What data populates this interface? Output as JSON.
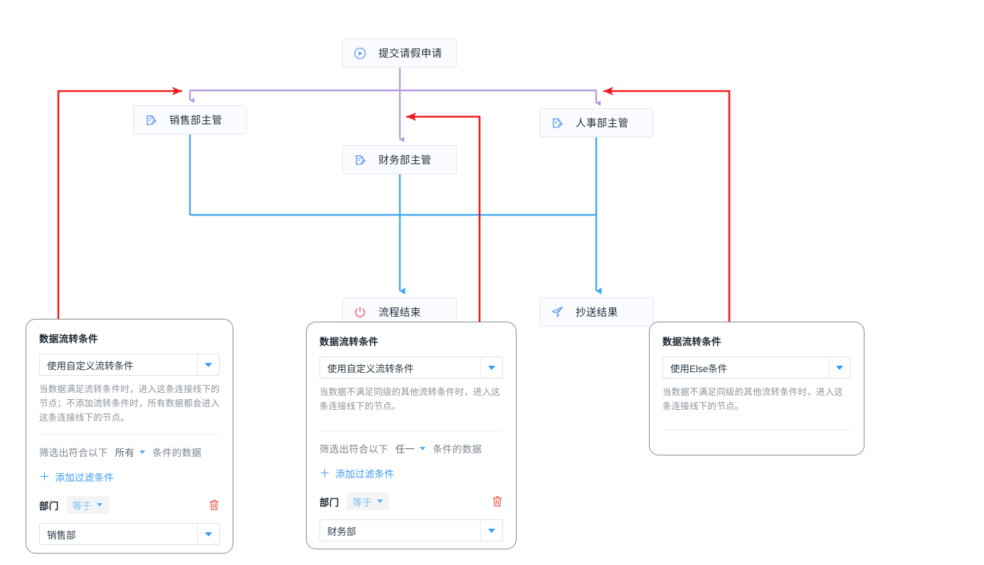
{
  "flow": {
    "nodes": [
      {
        "id": "start",
        "icon": "play-circle-icon",
        "label": "提交请假申请"
      },
      {
        "id": "sales",
        "icon": "approval-doc-icon",
        "label": "销售部主管"
      },
      {
        "id": "hr",
        "icon": "approval-doc-icon",
        "label": "人事部主管"
      },
      {
        "id": "finance",
        "icon": "approval-doc-icon",
        "label": "财务部主管"
      },
      {
        "id": "end",
        "icon": "power-off-icon",
        "label": "流程结束"
      },
      {
        "id": "cc",
        "icon": "paper-plane-icon",
        "label": "抄送结果"
      }
    ]
  },
  "colors": {
    "purple": "#b39ddb",
    "blue": "#3fa9f5",
    "red": "#ee1b24",
    "link": "#3a9af3",
    "panel_border": "#8a8a8a"
  },
  "panels": [
    {
      "id": "panel-sales",
      "title": "数据流转条件",
      "mode_value": "使用自定义流转条件",
      "description": "当数据满足流转条件时，进入这条连接线下的节点；不添加流转条件时，所有数据都会进入这条连接线下的节点。",
      "has_rule": true,
      "filter_prefix": "筛选出符合以下",
      "filter_match": "所有",
      "filter_suffix": "条件的数据",
      "add_filter_label": "添加过滤条件",
      "add_filter_plus": "＋",
      "condition": {
        "field": "部门",
        "operator": "等于",
        "value": "销售部",
        "delete_icon": "trash-icon"
      }
    },
    {
      "id": "panel-finance",
      "title": "数据流转条件",
      "mode_value": "使用自定义流转条件",
      "description": "当数据不满足同级的其他流转条件时，进入这条连接线下的节点。",
      "has_rule": true,
      "filter_prefix": "筛选出符合以下",
      "filter_match": "任一",
      "filter_suffix": "条件的数据",
      "add_filter_label": "添加过滤条件",
      "add_filter_plus": "＋",
      "condition": {
        "field": "部门",
        "operator": "等于",
        "value": "财务部",
        "delete_icon": "trash-icon"
      }
    },
    {
      "id": "panel-hr",
      "title": "数据流转条件",
      "mode_value": "使用Else条件",
      "description": "当数据不满足同级的其他流转条件时，进入这条连接线下的节点。",
      "has_rule": false,
      "filter_prefix": "",
      "filter_match": "",
      "filter_suffix": "",
      "add_filter_label": "",
      "add_filter_plus": "",
      "condition": null
    }
  ]
}
